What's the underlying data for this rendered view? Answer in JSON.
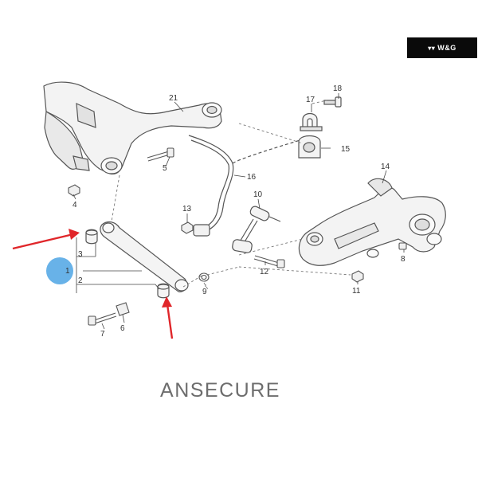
{
  "badge": {
    "text": "W&G"
  },
  "brand": {
    "text": "ANSECURE"
  },
  "callouts": [
    {
      "id": "21",
      "label": "21"
    },
    {
      "id": "18",
      "label": "18"
    },
    {
      "id": "17",
      "label": "17"
    },
    {
      "id": "15",
      "label": "15"
    },
    {
      "id": "14",
      "label": "14"
    },
    {
      "id": "5",
      "label": "5"
    },
    {
      "id": "16",
      "label": "16"
    },
    {
      "id": "4",
      "label": "4"
    },
    {
      "id": "10",
      "label": "10"
    },
    {
      "id": "13",
      "label": "13"
    },
    {
      "id": "3",
      "label": "3"
    },
    {
      "id": "1",
      "label": "1"
    },
    {
      "id": "2",
      "label": "2"
    },
    {
      "id": "9",
      "label": "9"
    },
    {
      "id": "12",
      "label": "12"
    },
    {
      "id": "8",
      "label": "8"
    },
    {
      "id": "11",
      "label": "11"
    },
    {
      "id": "7",
      "label": "7"
    },
    {
      "id": "6",
      "label": "6"
    }
  ],
  "colors": {
    "arrow": "#e0262a",
    "highlight": "#4ea5e4",
    "line": "#555555",
    "part_fill": "#f2f2f2"
  }
}
